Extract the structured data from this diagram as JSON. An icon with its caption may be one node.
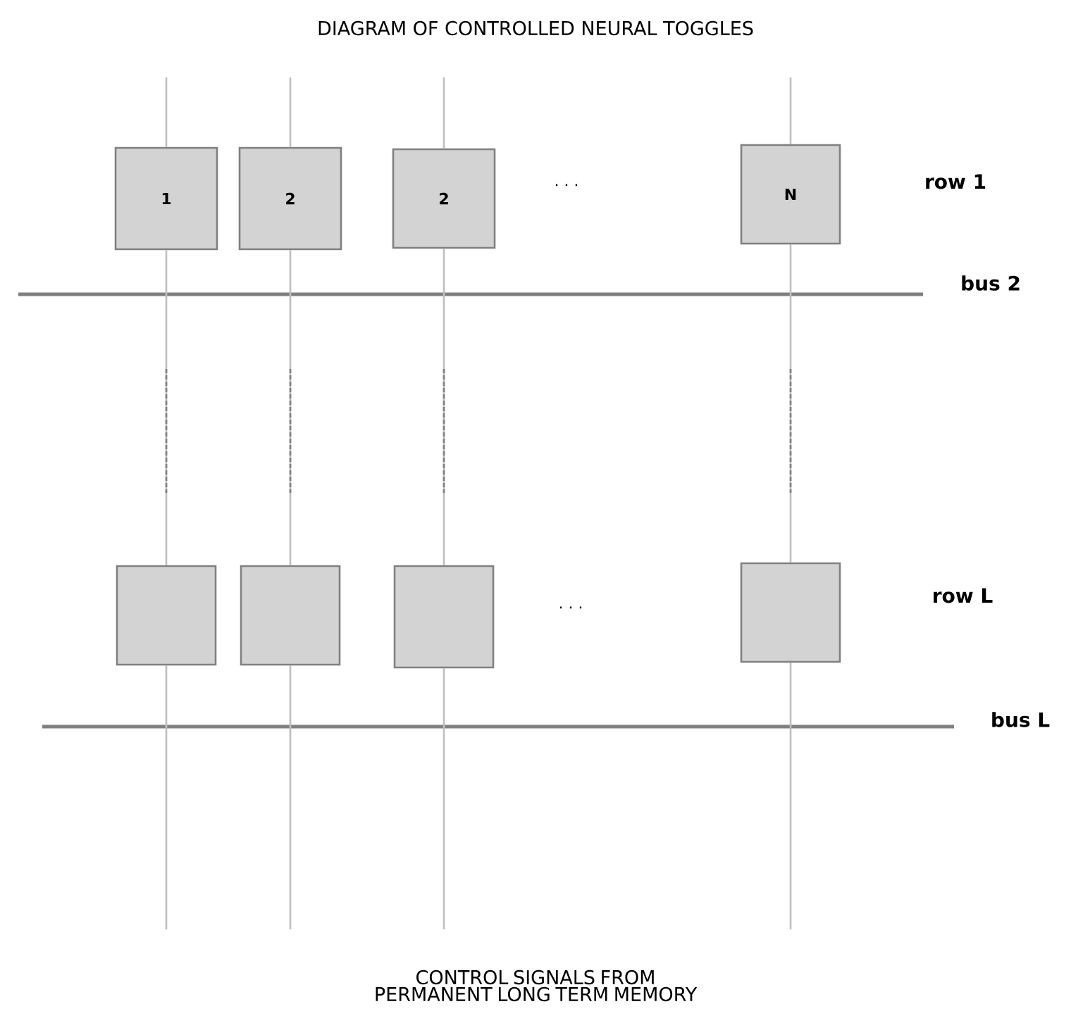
{
  "diagram": {
    "title": "DIAGRAM OF CONTROLLED NEURAL TOGGLES",
    "caption": "CONTROL SIGNALS FROM PERMANENT LONG TERM MEMORY",
    "nodes": [
      {
        "text": [
          "1"
        ]
      },
      {
        "text": [
          "2"
        ]
      },
      {
        "text": [
          "2"
        ]
      },
      {
        "text": [
          "N"
        ]
      },
      {
        "text": [],
        "shape": "box"
      },
      {
        "text": [],
        "shape": "box"
      },
      {
        "text": [],
        "shape": "box"
      },
      {
        "text": [],
        "shape": "box"
      }
    ],
    "edges": [
      {
        "from": null,
        "to": 0,
        "arrow": "none"
      },
      {
        "from": null,
        "to": 1,
        "arrow": "none"
      },
      {
        "from": null,
        "to": 2,
        "arrow": "none"
      },
      {
        "from": null,
        "to": 3,
        "arrow": "none"
      },
      {
        "from": 0,
        "to": 4,
        "arrow": "none"
      },
      {
        "from": 1,
        "to": 5,
        "arrow": "none"
      },
      {
        "from": 2,
        "to": 6,
        "arrow": "none"
      },
      {
        "from": 3,
        "to": 7,
        "arrow": "none"
      },
      {
        "from": 4,
        "to": null,
        "arrow": "none"
      },
      {
        "from": 5,
        "to": null,
        "arrow": "none"
      },
      {
        "from": 6,
        "to": null,
        "arrow": "none"
      },
      {
        "from": 7,
        "to": null,
        "arrow": "none"
      }
    ],
    "labels": [
      "· · ·",
      "row 1",
      "bus 2",
      "· · ·",
      "row L",
      "bus L"
    ]
  }
}
